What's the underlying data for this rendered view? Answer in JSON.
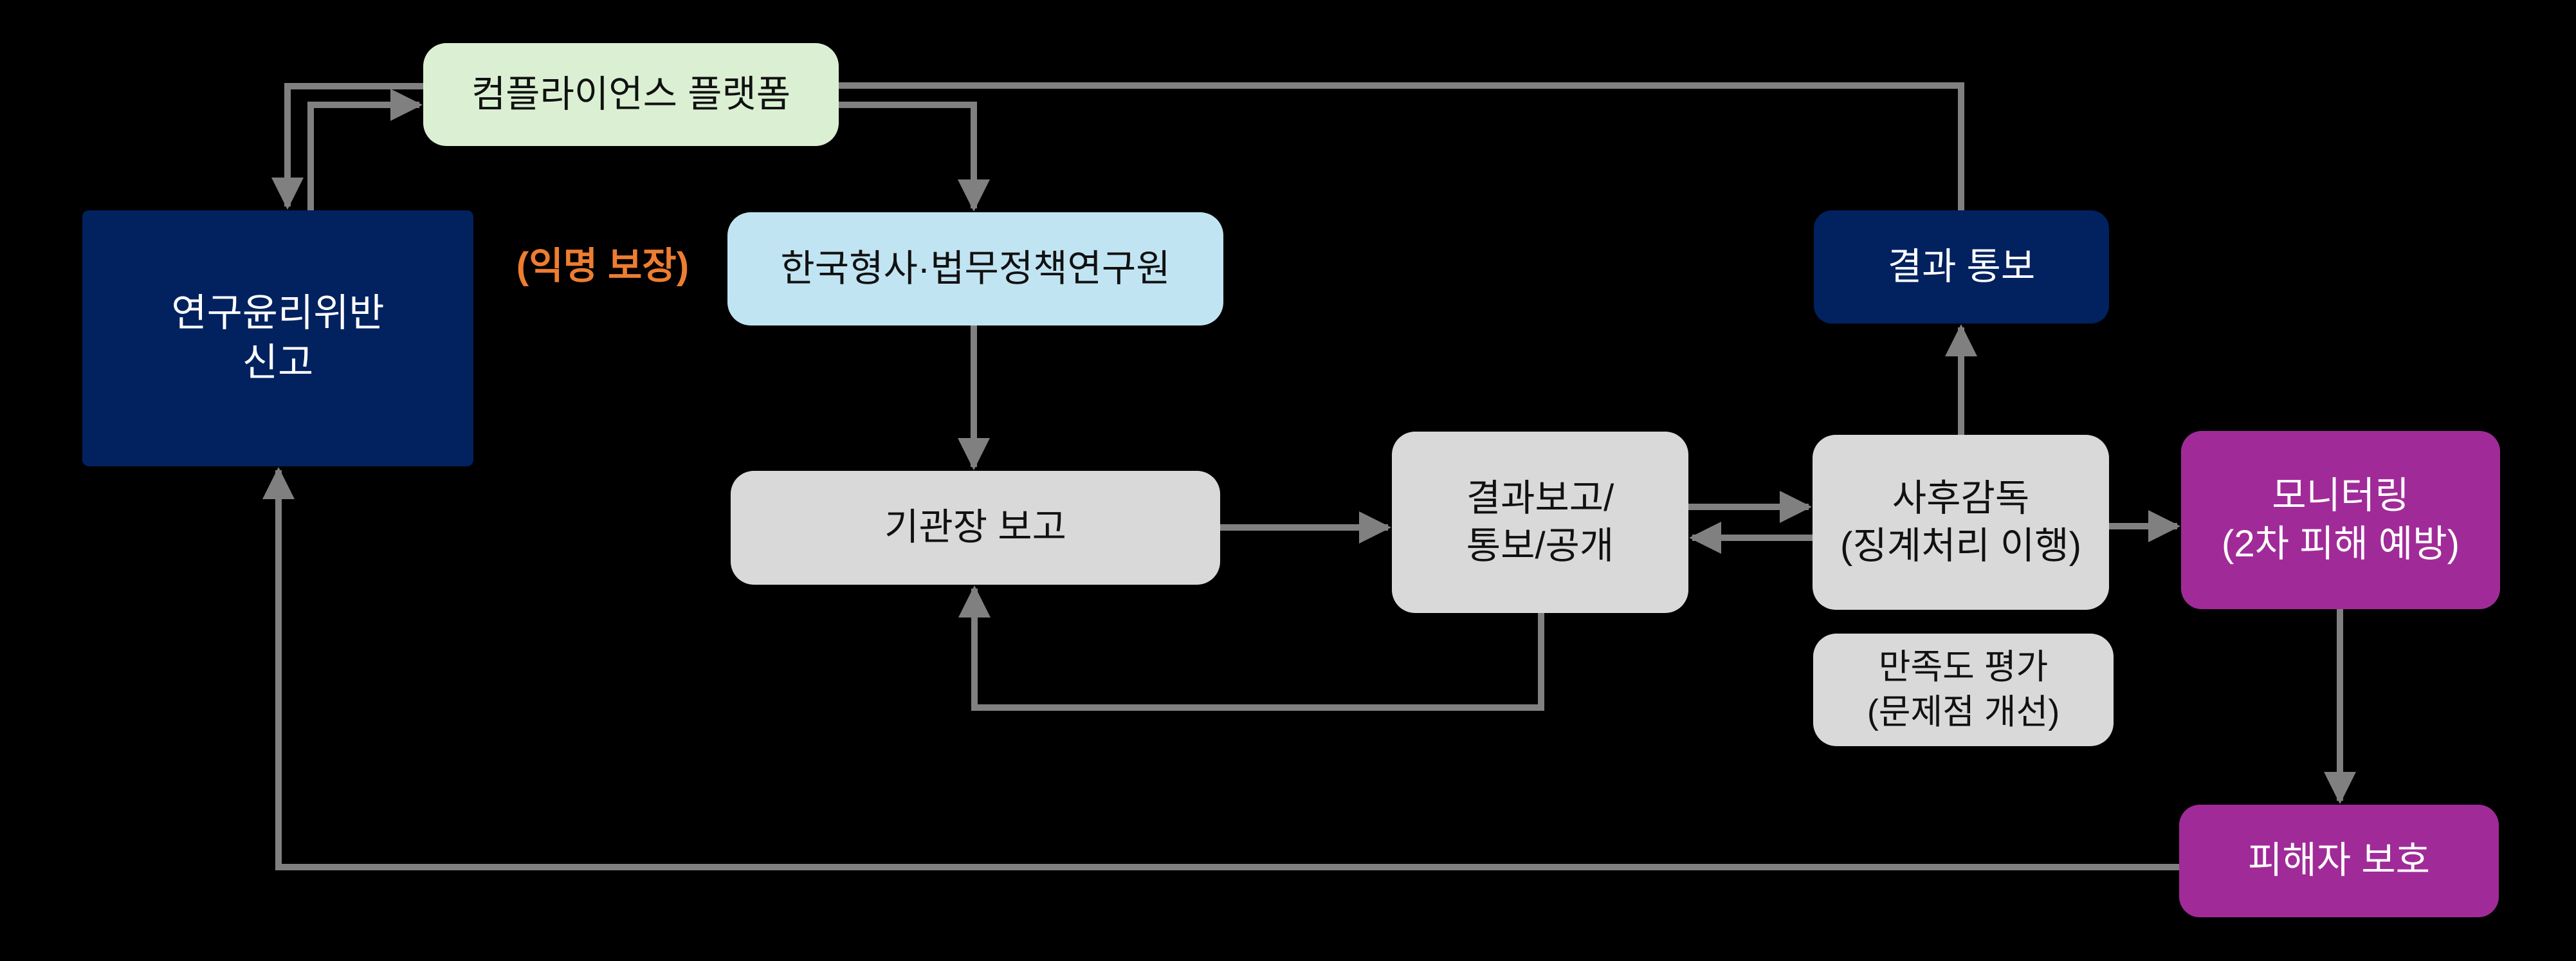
{
  "colors": {
    "bg": "#000000",
    "green": "#DBF0D3",
    "navy": "#01215F",
    "lightblue": "#C1E4F2",
    "gray": "#D9D9D9",
    "magenta": "#A02B98",
    "orange": "#ED7D31",
    "arrow": "#808080",
    "text-dark": "#111111",
    "text-light": "#FFFFFF"
  },
  "nodes": {
    "platform": {
      "label": "컴플라이언스 플랫폼"
    },
    "report": {
      "line1": "연구윤리위반",
      "line2": "신고"
    },
    "anonymity_note": {
      "label": "(익명 보장)"
    },
    "institute": {
      "label": "한국형사·법무정책연구원"
    },
    "director_report": {
      "label": "기관장 보고"
    },
    "result_report": {
      "line1": "결과보고/",
      "line2": "통보/공개"
    },
    "post_supervision": {
      "line1": "사후감독",
      "line2": "(징계처리 이행)"
    },
    "result_notice": {
      "label": "결과 통보"
    },
    "monitoring": {
      "line1": "모니터링",
      "line2": "(2차 피해 예방)"
    },
    "satisfaction": {
      "line1": "만족도 평가",
      "line2": "(문제점 개선)"
    },
    "victim_protection": {
      "label": "피해자 보호"
    }
  }
}
